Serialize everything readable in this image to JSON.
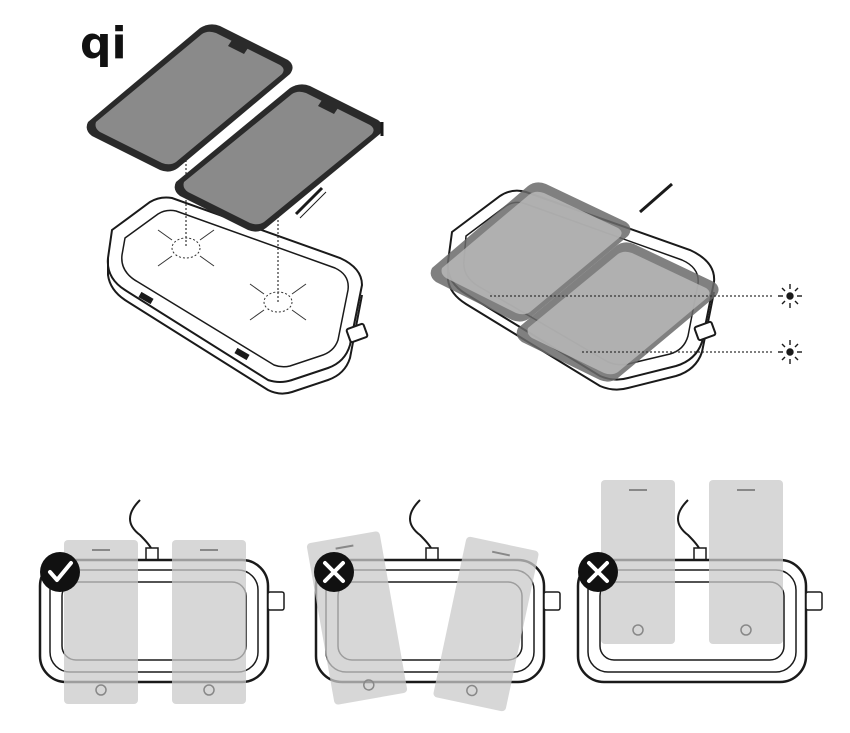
{
  "logo": {
    "text": "qi",
    "icon": "qi-wireless-standard-icon"
  },
  "colors": {
    "outline": "#1a1a1a",
    "phone_dark": "#8a8a8a",
    "phone_light": "#b9b9b9",
    "phone_fill_overlay": "#c9c9c9",
    "badge_bg": "#111111",
    "badge_mark": "#ffffff"
  },
  "placement_examples": [
    {
      "result": "correct",
      "icon": "check-icon"
    },
    {
      "result": "incorrect",
      "icon": "cross-icon"
    },
    {
      "result": "incorrect",
      "icon": "cross-icon"
    }
  ]
}
